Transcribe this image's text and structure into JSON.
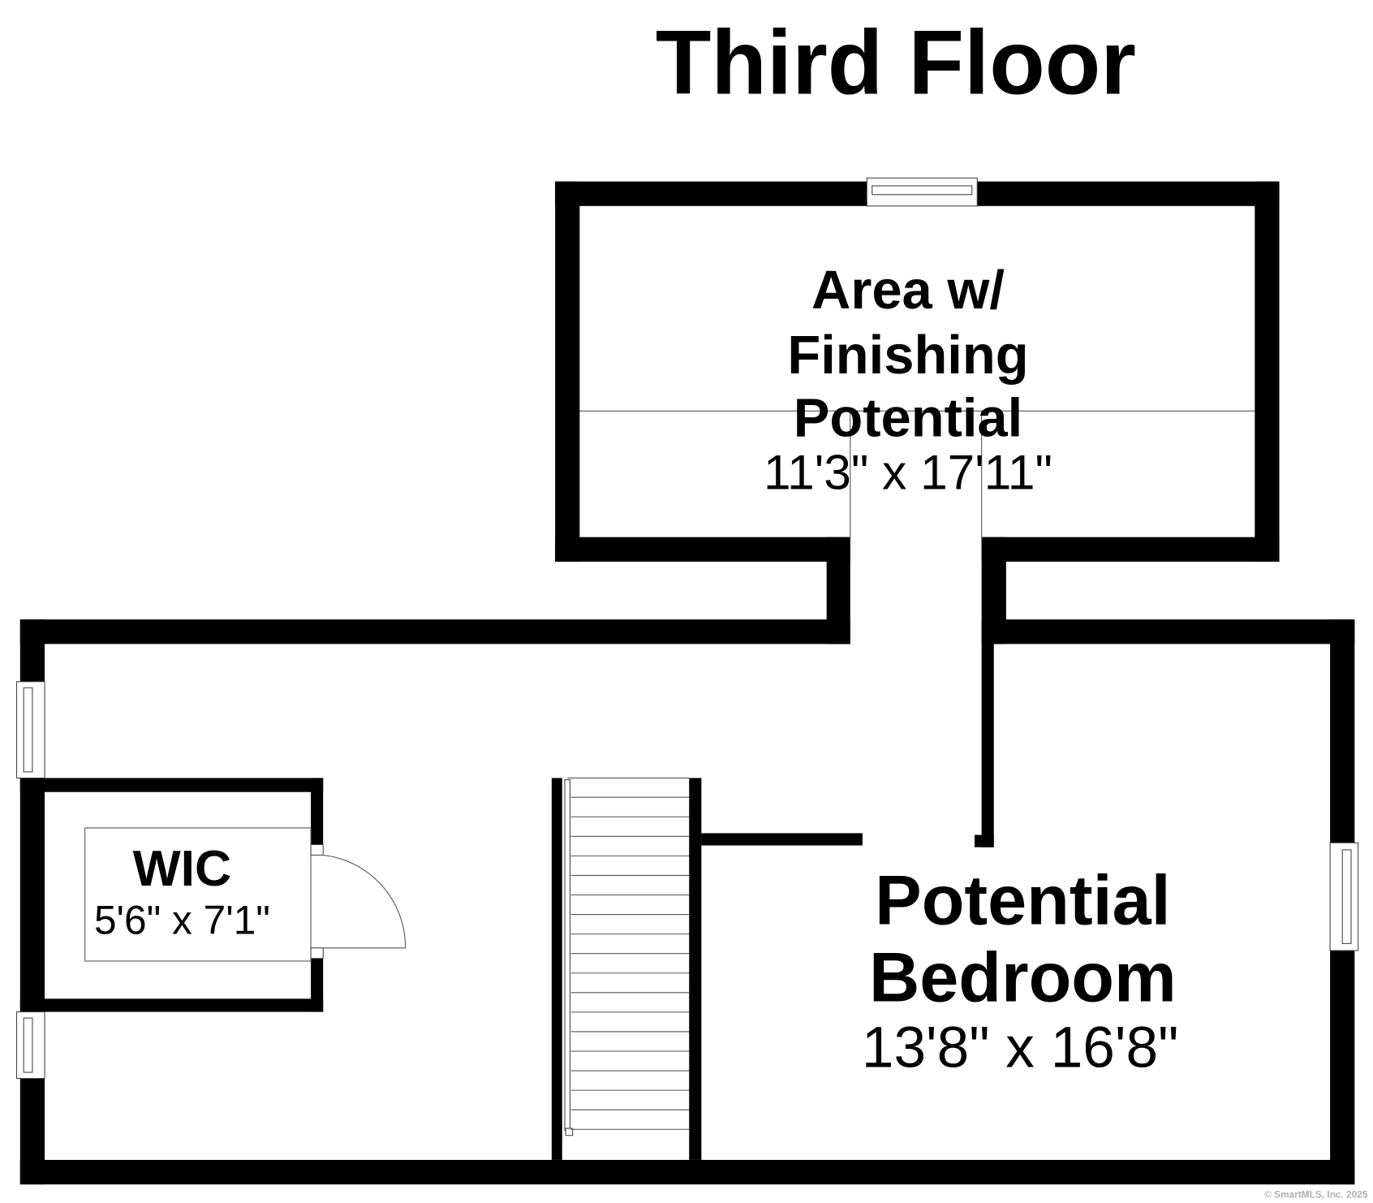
{
  "title": "Third Floor",
  "rooms": [
    {
      "name_lines": [
        "Area w/",
        "Finishing",
        "Potential"
      ],
      "dimensions": "11'3\" x 17'11\""
    },
    {
      "name_lines": [
        "Potential",
        "Bedroom"
      ],
      "dimensions": "13'8\" x 16'8\""
    },
    {
      "name_lines": [
        "WIC"
      ],
      "dimensions": "5'6\" x 7'1\""
    }
  ],
  "copyright": "© SmartMLS, Inc.  2025",
  "colors": {
    "wall": "#000000",
    "background": "#ffffff",
    "watermark": "#b0b0b0"
  }
}
